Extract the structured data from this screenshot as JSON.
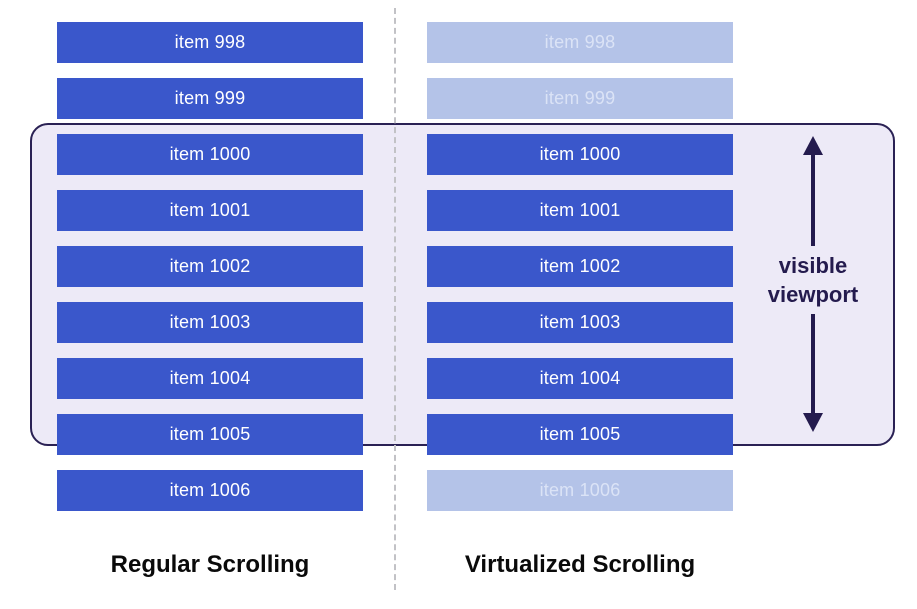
{
  "colors": {
    "item_active": "#3a57cb",
    "item_virtualized": "#b4c3e8",
    "item_text_active": "#ffffff",
    "item_text_virtualized": "#dbe3f6",
    "viewport_fill": "#edeaf7",
    "viewport_border": "#2a2154",
    "arrow": "#241b4e",
    "divider": "#c2c2c6",
    "label_text": "#0a0a0a"
  },
  "diagram": {
    "left_column": {
      "label": "Regular Scrolling",
      "items": [
        {
          "label": "item 998",
          "state": "rendered"
        },
        {
          "label": "item 999",
          "state": "rendered"
        },
        {
          "label": "item 1000",
          "state": "rendered"
        },
        {
          "label": "item 1001",
          "state": "rendered"
        },
        {
          "label": "item 1002",
          "state": "rendered"
        },
        {
          "label": "item 1003",
          "state": "rendered"
        },
        {
          "label": "item 1004",
          "state": "rendered"
        },
        {
          "label": "item 1005",
          "state": "rendered"
        },
        {
          "label": "item 1006",
          "state": "rendered"
        }
      ]
    },
    "right_column": {
      "label": "Virtualized Scrolling",
      "items": [
        {
          "label": "item 998",
          "state": "virtualized"
        },
        {
          "label": "item 999",
          "state": "virtualized"
        },
        {
          "label": "item 1000",
          "state": "rendered"
        },
        {
          "label": "item 1001",
          "state": "rendered"
        },
        {
          "label": "item 1002",
          "state": "rendered"
        },
        {
          "label": "item 1003",
          "state": "rendered"
        },
        {
          "label": "item 1004",
          "state": "rendered"
        },
        {
          "label": "item 1005",
          "state": "rendered"
        },
        {
          "label": "item 1006",
          "state": "virtualized"
        }
      ]
    },
    "viewport_label": "visible viewport"
  }
}
